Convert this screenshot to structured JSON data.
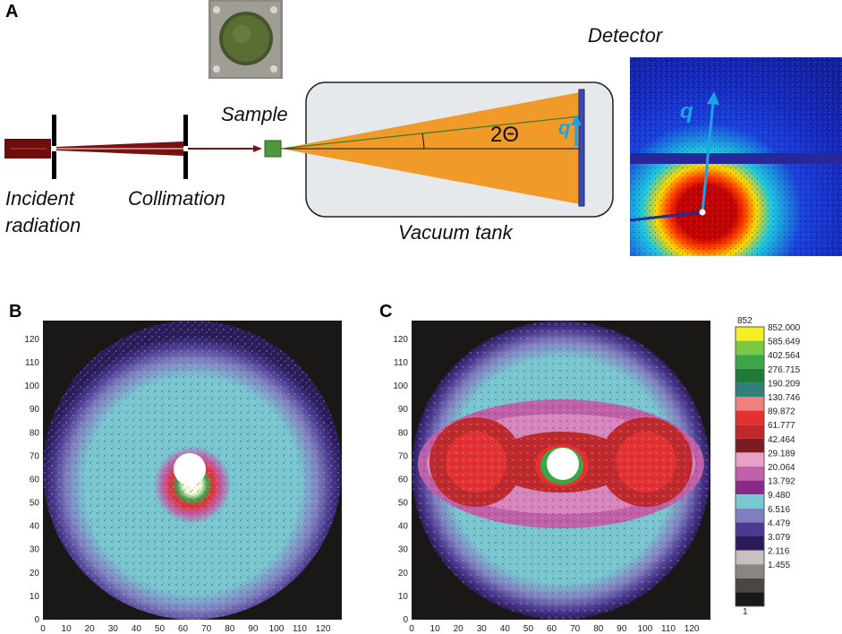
{
  "panels": {
    "a": "A",
    "b": "B",
    "c": "C"
  },
  "labels": {
    "incident_line1": "Incident",
    "incident_line2": "radiation",
    "collimation": "Collimation",
    "sample": "Sample",
    "vacuum_tank": "Vacuum tank",
    "detector": "Detector",
    "two_theta": "2Θ",
    "q_tank": "q",
    "q_detector": "q"
  },
  "colors": {
    "tank_fill": "#e6e9ec",
    "cone": "#f09a2a",
    "beam": "#7a1010",
    "q_arrow": "#1aa3e8",
    "detector_plate": "#3c4bb0",
    "sample_box": "#4e9a3a"
  },
  "axes": {
    "ticks": [
      "0",
      "10",
      "20",
      "30",
      "40",
      "50",
      "60",
      "70",
      "80",
      "90",
      "100",
      "110",
      "120"
    ]
  },
  "colorbar": {
    "top_label": "852",
    "bottom_label": "1",
    "levels": [
      {
        "value": "852.000",
        "color": "#f5f024"
      },
      {
        "value": "585.649",
        "color": "#7ac943"
      },
      {
        "value": "402.564",
        "color": "#3ba548"
      },
      {
        "value": "276.715",
        "color": "#1f7a3a"
      },
      {
        "value": "190.209",
        "color": "#2f7f7a"
      },
      {
        "value": "130.746",
        "color": "#f08080"
      },
      {
        "value": "89.872",
        "color": "#e53030"
      },
      {
        "value": "61.777",
        "color": "#c0282a"
      },
      {
        "value": "42.464",
        "color": "#7a1c22"
      },
      {
        "value": "29.189",
        "color": "#e8a0c8"
      },
      {
        "value": "20.064",
        "color": "#c060a8"
      },
      {
        "value": "13.792",
        "color": "#8a2a88"
      },
      {
        "value": "9.480",
        "color": "#78c8d0"
      },
      {
        "value": "6.516",
        "color": "#8080c0"
      },
      {
        "value": "4.479",
        "color": "#4a3a90"
      },
      {
        "value": "3.079",
        "color": "#2a1a58"
      },
      {
        "value": "2.116",
        "color": "#c8c0c0"
      },
      {
        "value": "1.455",
        "color": "#8a8584"
      },
      {
        "value": "",
        "color": "#4a4644"
      },
      {
        "value": "",
        "color": "#1a1816"
      }
    ]
  }
}
